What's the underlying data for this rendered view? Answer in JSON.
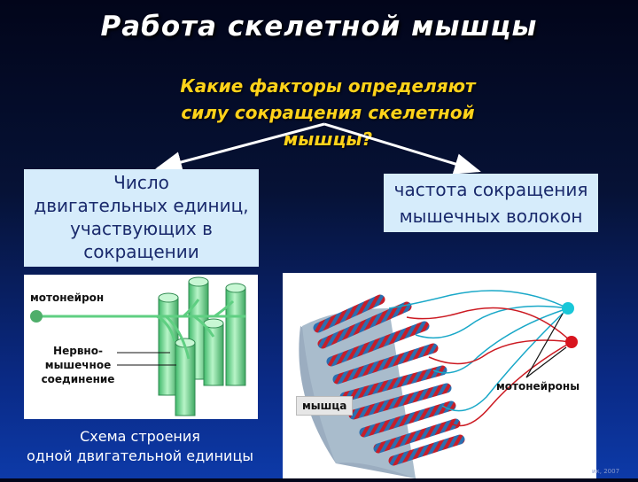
{
  "title": "Работа скелетной мышцы",
  "question": [
    "Какие факторы определяют",
    "силу сокращения скелетной мышцы?"
  ],
  "left_factor": [
    "Число",
    "двигательных единиц,",
    "участвующих в",
    "сокращении"
  ],
  "right_factor": [
    "частота сокращения",
    "мышечных волокон"
  ],
  "left_figure": {
    "label_motoneuron": "мотонейрон",
    "label_nmj": [
      "Нервно-",
      "мышечное",
      "соединение"
    ],
    "caption": [
      "Схема строения",
      "одной двигательной единицы"
    ]
  },
  "right_figure": {
    "label_muscle": "мышца",
    "label_motoneurons": "мотонейроны"
  },
  "credit": "ик, 2007",
  "colors": {
    "title": "#ffffff",
    "question": "#ffd21a",
    "box_bg": "#d6ecfb",
    "box_text": "#1a2a6c",
    "fiber": "#7ee0a0",
    "neuron_cyan": "#19c7d8",
    "neuron_red": "#d8141e"
  }
}
